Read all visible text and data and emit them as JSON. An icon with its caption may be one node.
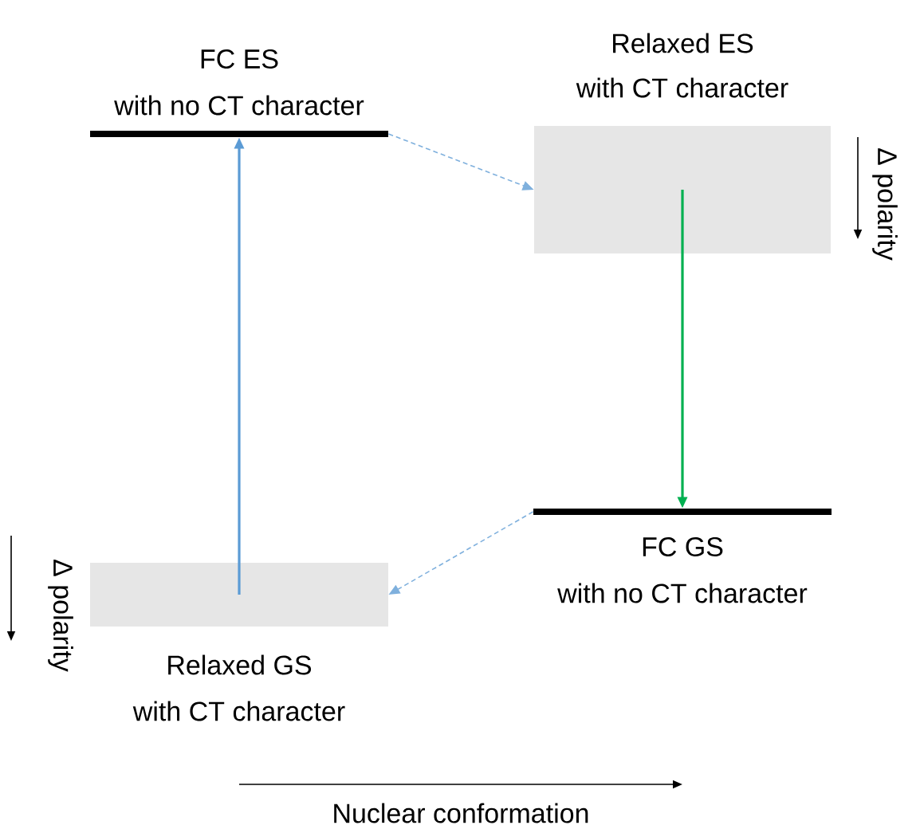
{
  "diagram": {
    "nodes": [
      {
        "text": [
          "FC ES",
          "with no CT character"
        ]
      },
      {
        "text": [
          "Relaxed ES",
          "with CT character"
        ]
      },
      {
        "text": [
          "FC GS",
          "with no CT character"
        ]
      },
      {
        "text": [
          "Relaxed GS",
          "with CT character"
        ]
      }
    ],
    "edges": [
      {
        "from": 3,
        "to": 0,
        "arrow": "to",
        "color": "#5b9bd5"
      },
      {
        "from": 1,
        "to": 2,
        "arrow": "to",
        "color": "#00b050"
      },
      {
        "from": 0,
        "to": 1,
        "arrow": "to",
        "color": "#7fb0dd",
        "style": "dashed"
      },
      {
        "from": 2,
        "to": 3,
        "arrow": "to",
        "color": "#7fb0dd",
        "style": "dashed"
      }
    ],
    "labels": [
      "Δ polarity",
      "Δ polarity",
      "Nuclear conformation"
    ]
  }
}
